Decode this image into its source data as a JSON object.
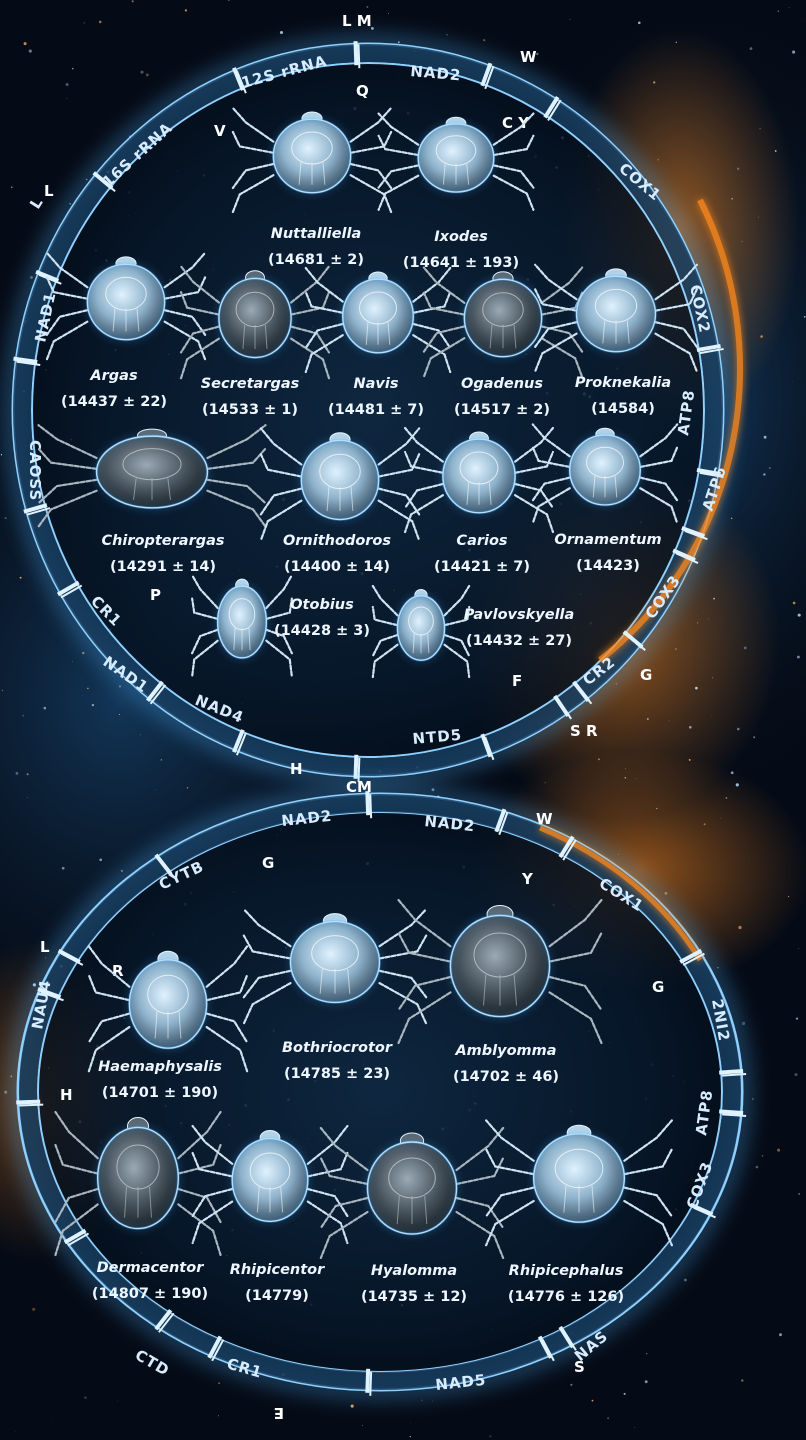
{
  "colors": {
    "background": "#050b16",
    "ring": "#4fb3ff",
    "ring_glow_orange": "#ff8a1e",
    "text": "#e6f3ff"
  },
  "upper_genome": {
    "segments": [
      "12S rRNA",
      "NAD2",
      "COX1",
      "COX2",
      "ATP8",
      "ATP6",
      "COX3",
      "CR2",
      "NTD5",
      "NAD4",
      "NAD1",
      "CR1",
      "CAOSS",
      "NAD1",
      "L",
      "16S rRNA"
    ],
    "junction_labels": [
      "L M",
      "Q",
      "W",
      "C Y",
      "V",
      "L",
      "P",
      "F",
      "G",
      "S R",
      "H"
    ],
    "genera": [
      {
        "name": "Nuttalliella",
        "size": "(14681 ± 2)"
      },
      {
        "name": "Ixodes",
        "size": "(14641 ± 193)"
      },
      {
        "name": "Argas",
        "size": "(14437 ± 22)"
      },
      {
        "name": "Secretargas",
        "size": "(14533 ± 1)"
      },
      {
        "name": "Navis",
        "size": "(14481 ± 7)"
      },
      {
        "name": "Ogadenus",
        "size": "(14517 ± 2)"
      },
      {
        "name": "Proknekalia",
        "size": "(14584)"
      },
      {
        "name": "Chiropterargas",
        "size": "(14291 ± 14)"
      },
      {
        "name": "Ornithodoros",
        "size": "(14400 ± 14)"
      },
      {
        "name": "Carios",
        "size": "(14421 ± 7)"
      },
      {
        "name": "Ornamentum",
        "size": "(14423)"
      },
      {
        "name": "Otobius",
        "size": "(14428 ± 3)"
      },
      {
        "name": "Pavlovskyella",
        "size": "(14432 ± 27)"
      }
    ]
  },
  "lower_genome": {
    "segments": [
      "NAD2",
      "NAD2",
      "COX1",
      "2NI2",
      "ATP8",
      "COX3",
      "NAS",
      "NAD5",
      "CR1",
      "CTD",
      "NAU4",
      "CYTB"
    ],
    "junction_labels": [
      "CM",
      "W",
      "Y",
      "G",
      "G",
      "H",
      "R",
      "S",
      "L",
      "E"
    ],
    "genera": [
      {
        "name": "Haemaphysalis",
        "size": "(14701 ± 190)"
      },
      {
        "name": "Bothriocrotor",
        "size": "(14785 ± 23)"
      },
      {
        "name": "Amblyomma",
        "size": "(14702 ± 46)"
      },
      {
        "name": "Dermacentor",
        "size": "(14807 ± 190)"
      },
      {
        "name": "Rhipicentor",
        "size": "(14779)"
      },
      {
        "name": "Hyalomma",
        "size": "(14735 ± 12)"
      },
      {
        "name": "Rhipicephalus",
        "size": "(14776 ± 126)"
      }
    ]
  },
  "icons": [
    "tick-icon"
  ]
}
